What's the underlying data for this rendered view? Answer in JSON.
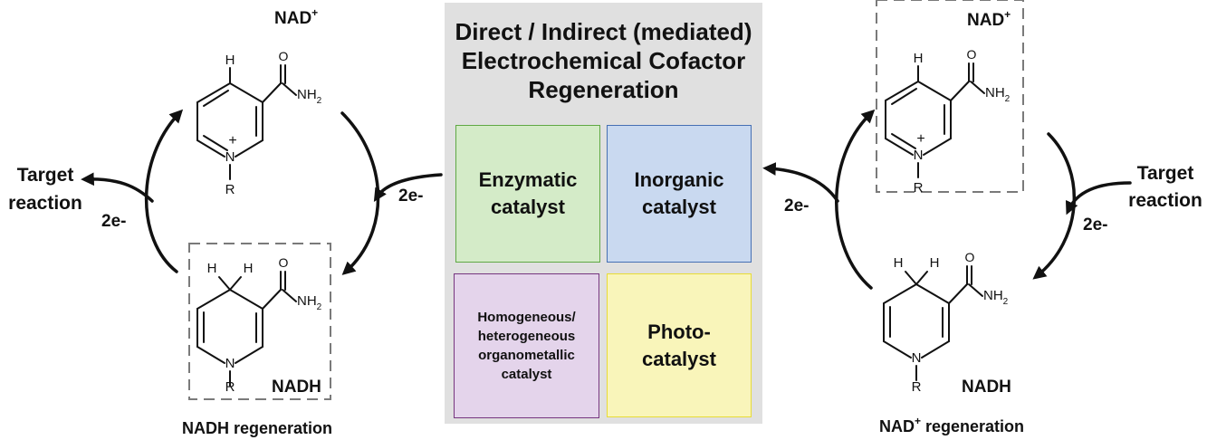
{
  "panel": {
    "title_lines": [
      "Direct / Indirect (mediated)",
      "Electrochemical Cofactor",
      "Regeneration"
    ],
    "categories": {
      "enzymatic": [
        "Enzymatic",
        "catalyst"
      ],
      "inorganic": [
        "Inorganic",
        "catalyst"
      ],
      "homogeneous": [
        "Homogeneous/",
        "heterogeneous",
        "organometallic",
        "catalyst"
      ],
      "photo": [
        "Photo-",
        "catalyst"
      ]
    },
    "colors": {
      "panel_bg": "#e0e0e0",
      "enzymatic": "#d4ebc8",
      "inorganic": "#c9d9f0",
      "homogeneous": "#e4d4eb",
      "photo": "#f9f5ba"
    }
  },
  "left_cycle": {
    "top_molecule_label": "NAD",
    "top_molecule_sup": "+",
    "bottom_molecule_label": "NADH",
    "target_reaction_lines": [
      "Target",
      "reaction"
    ],
    "electron_label_left": "2e-",
    "electron_label_right": "2e-",
    "caption": "NADH regeneration"
  },
  "right_cycle": {
    "top_molecule_label": "NAD",
    "top_molecule_sup": "+",
    "bottom_molecule_label": "NADH",
    "target_reaction_lines": [
      "Target",
      "reaction"
    ],
    "electron_label_left": "2e-",
    "electron_label_right": "2e-",
    "caption_main": "NAD",
    "caption_sup": "+",
    "caption_rest": " regeneration"
  },
  "atoms": {
    "hydrogen": "H",
    "oxygen": "O",
    "nitrogen": "N",
    "amide_n": "NH",
    "amide_sub": "2",
    "r_group": "R",
    "charge": "+"
  }
}
